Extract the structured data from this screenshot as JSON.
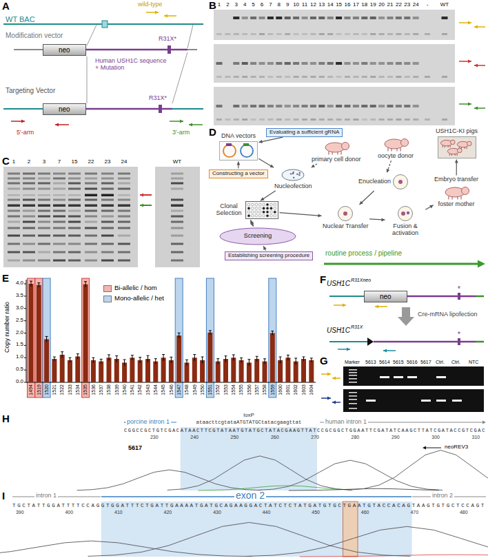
{
  "diagram": {
    "nodes": [
      {
        "text": [
          "neo"
        ]
      },
      {
        "text": [
          "neo"
        ]
      },
      {
        "text": [
          "DNA vectors"
        ]
      },
      {
        "text": [
          "Evaluating a sufficient gRNA"
        ]
      },
      {
        "text": [
          "Constructing a vector"
        ]
      },
      {
        "text": [
          "primary cell donor"
        ]
      },
      {
        "text": [
          "Nucleofection"
        ]
      },
      {
        "text": [
          "Clonal Selection"
        ]
      },
      {
        "text": [
          "Screening"
        ]
      },
      {
        "text": [
          "Establishing screening procedure"
        ]
      },
      {
        "text": [
          "oocyte donor"
        ]
      },
      {
        "text": [
          "Enucleation"
        ]
      },
      {
        "text": [
          "Nuclear Transfer"
        ]
      },
      {
        "text": [
          "Fusion & activation"
        ]
      },
      {
        "text": [
          "Embryo transfer",
          "foster mother"
        ]
      },
      {
        "text": [
          "USH1C-KI pigs"
        ]
      },
      {
        "text": [
          "neo"
        ]
      }
    ],
    "edges": [
      {
        "from": 4,
        "to": 2,
        "arrow": "to"
      },
      {
        "from": 3,
        "to": 2,
        "arrow": "to"
      },
      {
        "from": 2,
        "to": 6,
        "arrow": "to"
      },
      {
        "from": 5,
        "to": 6,
        "arrow": "to"
      },
      {
        "from": 6,
        "to": 7,
        "arrow": "to"
      },
      {
        "from": 7,
        "to": 8,
        "arrow": "both"
      },
      {
        "from": 9,
        "to": 8,
        "arrow": "to"
      },
      {
        "from": 7,
        "to": 12,
        "arrow": "to"
      },
      {
        "from": 10,
        "to": 11,
        "arrow": "to"
      },
      {
        "from": 11,
        "to": 12,
        "arrow": "to"
      },
      {
        "from": 12,
        "to": 13,
        "arrow": "to"
      },
      {
        "from": 13,
        "to": 14,
        "arrow": "to"
      },
      {
        "from": 14,
        "to": 15,
        "arrow": "to"
      }
    ],
    "labels": [
      "A",
      "B",
      "C",
      "D",
      "E",
      "F",
      "G",
      "H",
      "I",
      "WT BAC",
      "wild-type",
      "Modification vector",
      "R31X*",
      "Human USH1C sequence + Mutation",
      "Targeting Vector",
      "R31X*",
      "5'-arm",
      "3'-arm",
      "1",
      "2",
      "3",
      "4",
      "5",
      "6",
      "7",
      "8",
      "9",
      "10",
      "11",
      "12",
      "13",
      "14",
      "15",
      "16",
      "17",
      "18",
      "19",
      "20",
      "21",
      "22",
      "23",
      "24",
      "-",
      "WT",
      "1",
      "2",
      "3",
      "7",
      "15",
      "22",
      "23",
      "24",
      "WT",
      "routine process / pipeline",
      "0.0",
      "0.5",
      "1.0",
      "1.5",
      "2.0",
      "2.5",
      "3.0",
      "3.5",
      "4.0",
      "Copy number ratio",
      "1494",
      "1519",
      "1520",
      "1521",
      "1522",
      "1533",
      "1534",
      "1535",
      "1536",
      "1537",
      "1538",
      "1539",
      "1540",
      "1541",
      "1542",
      "1543",
      "1544",
      "1545",
      "1546",
      "1547",
      "1548",
      "1549",
      "1550",
      "1551",
      "1552",
      "1553",
      "1554",
      "1555",
      "1556",
      "1557",
      "1558",
      "1559",
      "1600",
      "1601",
      "1602",
      "1603",
      "1604",
      "USH1C",
      "R31Xneo",
      "*",
      "Cre-mRNA lipofection",
      "USH1C",
      "R31X",
      "*",
      "Marker",
      "5613",
      "5614",
      "5615",
      "5616",
      "5617",
      "Ctrl.",
      "Ctrl.",
      "NTC",
      "porcine intron 1",
      "loxP",
      "ataacttcgtataATGTATGCtatacgaagttat",
      "human intron 1",
      "CGGCCGCTGTCGACATAACTTCGTATAATGTATGCTATACGAAGTTATCCGCGGCTGGAATTCGATATCAAGCTTATCGATACCGTCGAC",
      "230",
      "240",
      "250",
      "260",
      "270",
      "280",
      "290",
      "300",
      "310",
      "5617",
      "neoREV3",
      "intron 1",
      "exon 2",
      "intron 2",
      "TGCTATTGGATTTTCCAGGTGGATTTCTGATTGAAAATGATGCAGAAGGACTATCTCTATGATGTGCTGAATGTACCACAGTAAGTGTGCTCCAGT",
      "390",
      "400",
      "410",
      "420",
      "430",
      "440",
      "450",
      "460",
      "470",
      "480"
    ],
    "legend": [
      {
        "text": "Bi-allelic / hom",
        "color": "#f4b5ae"
      },
      {
        "text": "Mono-allelic / het",
        "color": "#bcd6ee"
      }
    ]
  }
}
